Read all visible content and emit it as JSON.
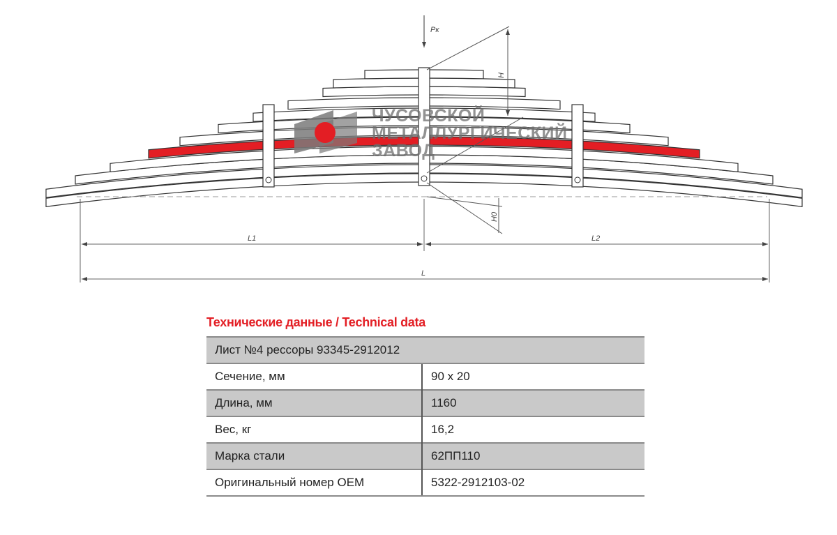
{
  "drawing": {
    "load_label": "Pк",
    "height_label": "H",
    "h0_label": "H0",
    "l1_label": "L1",
    "l2_label": "L2",
    "l_label": "L",
    "colors": {
      "highlight_leaf": "#e31e24",
      "line": "#333333",
      "logo_gray": "#7a7a7a"
    }
  },
  "logo": {
    "lines": [
      "ЧУСОВСКОЙ",
      "МЕТАЛЛУРГИЧЕСКИЙ",
      "ЗАВОД"
    ]
  },
  "table": {
    "title": "Технические данные / Technical data",
    "header": "Лист №4 рессоры 93345-2912012",
    "rows": [
      {
        "label": "Сечение, мм",
        "value": "90 x 20"
      },
      {
        "label": "Длина, мм",
        "value": "1160"
      },
      {
        "label": "Вес, кг",
        "value": "16,2"
      },
      {
        "label": "Марка стали",
        "value": "62ПП110"
      },
      {
        "label": "Оригинальный номер OEM",
        "value": "5322-2912103-02"
      }
    ]
  }
}
